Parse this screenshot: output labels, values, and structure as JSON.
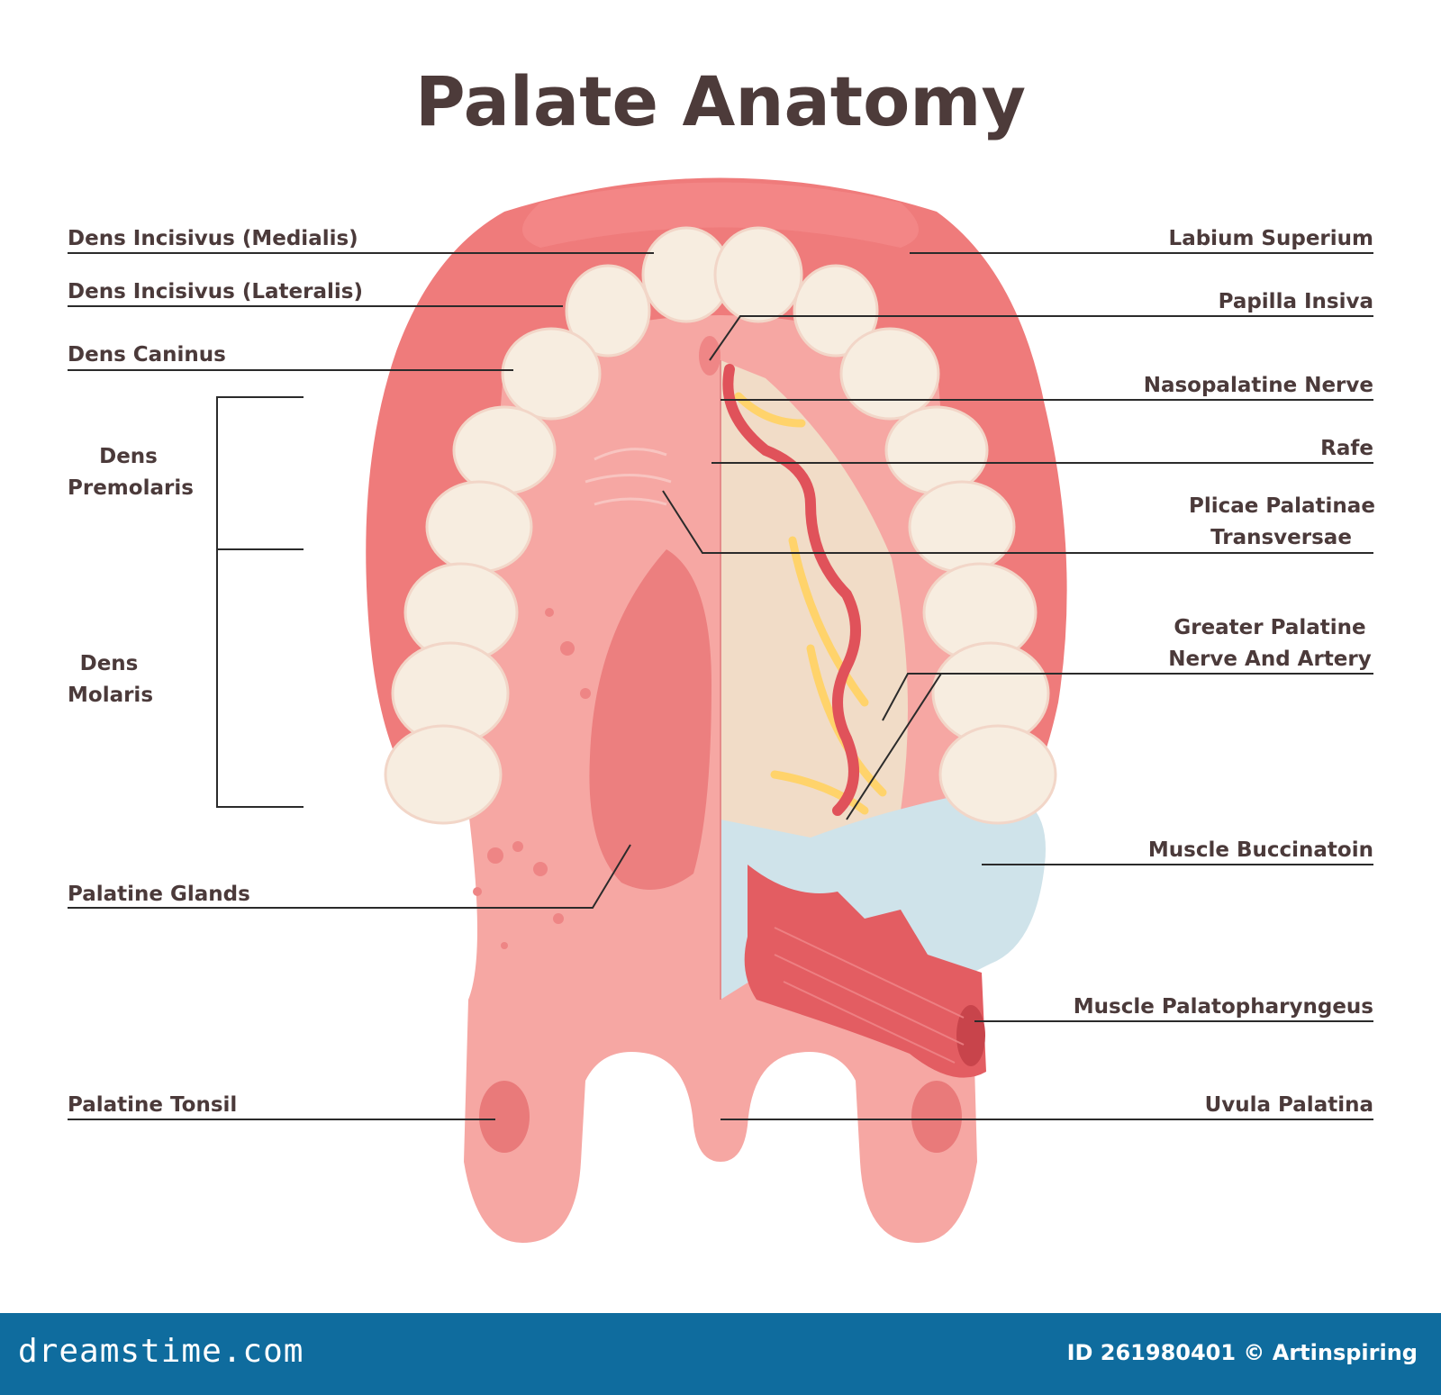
{
  "title": "Palate Anatomy",
  "labels": {
    "dens_incisivus_medialis": "Dens Incisivus (Medialis)",
    "dens_incisivus_lateralis": "Dens Incisivus (Lateralis)",
    "dens_caninus": "Dens Caninus",
    "dens_premolaris_1": "Dens",
    "dens_premolaris_2": "Premolaris",
    "dens_molaris_1": "Dens",
    "dens_molaris_2": "Molaris",
    "palatine_glands": "Palatine Glands",
    "palatine_tonsil": "Palatine Tonsil",
    "labium_superium": "Labium Superium",
    "papilla_insiva": "Papilla Insiva",
    "nasopalatine_nerve": "Nasopalatine Nerve",
    "rafe": "Rafe",
    "plicae_1": "Plicae Palatinae",
    "plicae_2": "Transversae",
    "greater_palatine_1": "Greater Palatine",
    "greater_palatine_2": "Nerve And  Artery",
    "muscle_buccinatoin": "Muscle Buccinatoin",
    "muscle_palatopharyngeus": "Muscle Palatopharyngeus",
    "uvula_palatina": "Uvula Palatina"
  },
  "footer": {
    "brand": "dreamstime.com",
    "credit": "ID 261980401 © Artinspiring"
  },
  "colors": {
    "gum": "#ef7b7b",
    "palate": "#f6a7a3",
    "tooth": "#f7ede0",
    "bone": "#f1dcc7",
    "artery": "#e0525a",
    "nerve": "#ffd36b",
    "muscle_blue": "#cfe3ea",
    "footer": "#0f6c9e"
  }
}
